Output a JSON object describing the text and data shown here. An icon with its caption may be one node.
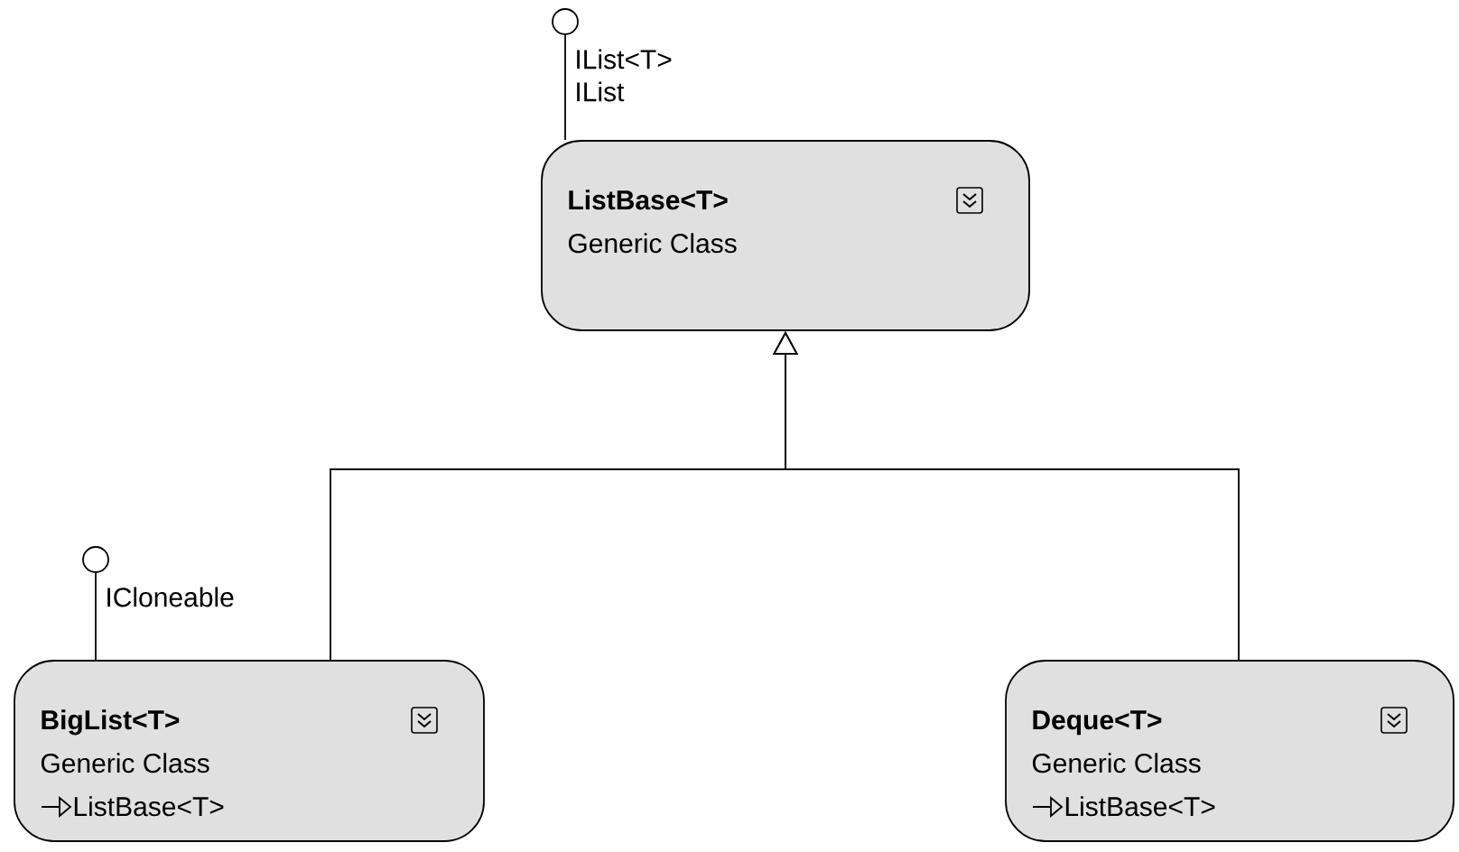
{
  "diagram": {
    "nodes": [
      {
        "text": [
          "ListBase<T>",
          "Generic Class"
        ]
      },
      {
        "text": [],
        "shape": "circle"
      },
      {
        "text": [
          "BigList<T>",
          "Generic Class",
          "ListBase<T>"
        ]
      },
      {
        "text": [],
        "shape": "circle"
      },
      {
        "text": [
          "Deque<T>",
          "Generic Class",
          "ListBase<T>"
        ]
      }
    ],
    "edges": [
      {
        "from": 1,
        "to": 0,
        "arrow": "none",
        "label": "IList<T> IList"
      },
      {
        "from": 2,
        "to": 0,
        "arrow": "to"
      },
      {
        "from": 4,
        "to": 0,
        "arrow": "to"
      },
      {
        "from": 3,
        "to": 2,
        "arrow": "none",
        "label": "ICloneable"
      }
    ]
  }
}
